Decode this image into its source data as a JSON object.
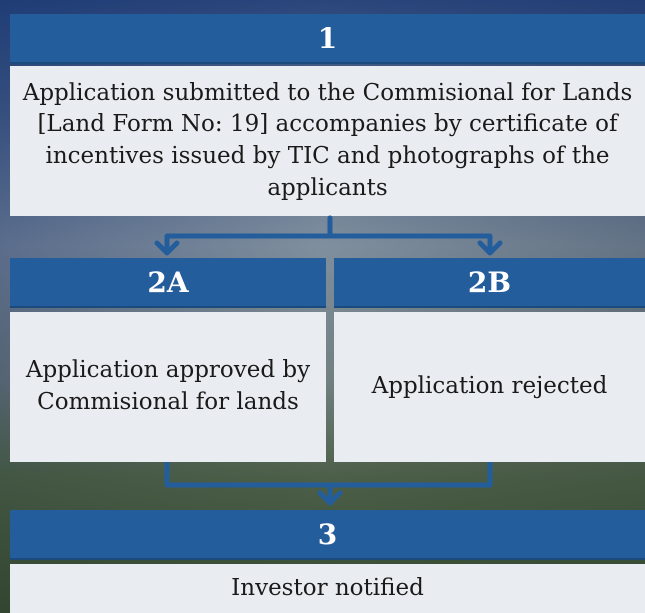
{
  "step1": {
    "label": "1",
    "text": "Application submitted to the Commisional for Lands [Land Form No: 19] accompanies by certificate of incentives issued by TIC and photographs of the applicants"
  },
  "step2a": {
    "label": "2A",
    "text": "Application approved by Commisional for lands"
  },
  "step2b": {
    "label": "2B",
    "text": "Application rejected"
  },
  "step3": {
    "label": "3",
    "text": "Investor notified"
  },
  "colors": {
    "header": "#245d9b",
    "box": "#e9edf2",
    "connector": "#245d9b"
  }
}
